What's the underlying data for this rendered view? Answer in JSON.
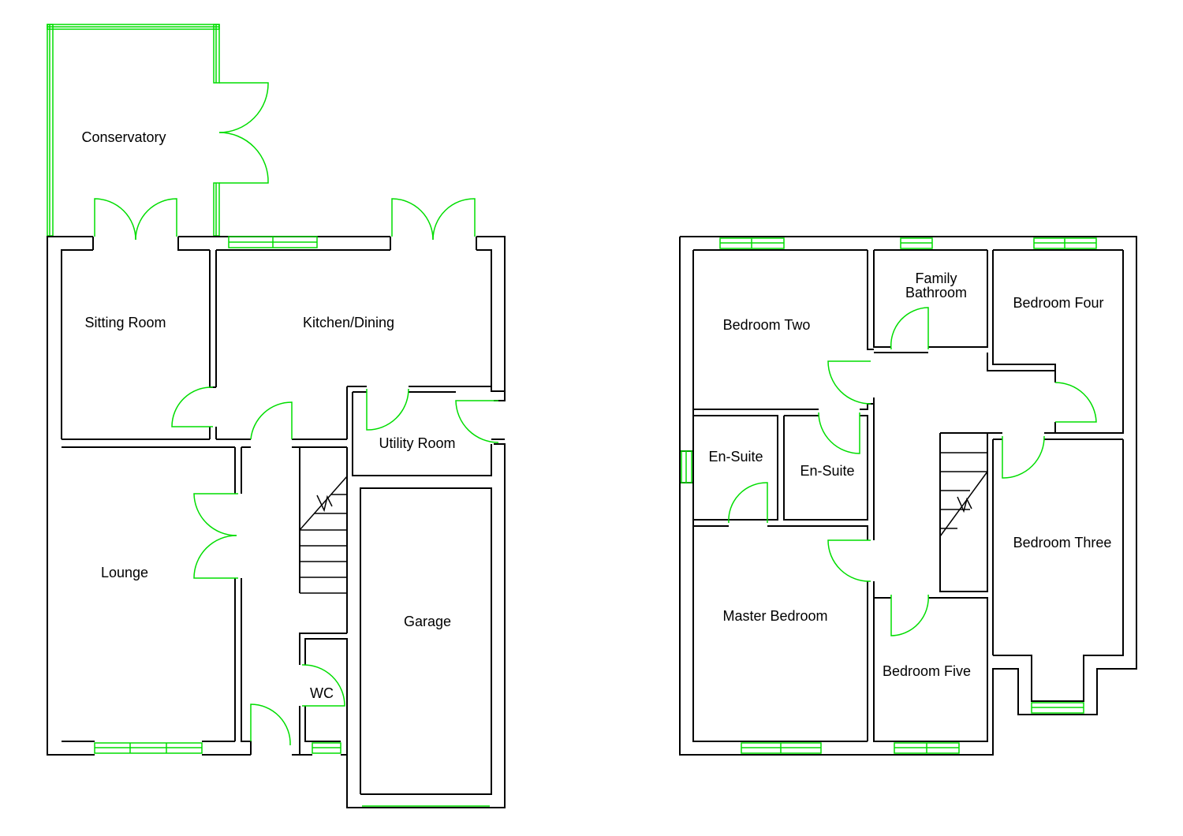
{
  "ground_floor": {
    "rooms": {
      "conservatory": "Conservatory",
      "sitting_room": "Sitting Room",
      "kitchen_dining": "Kitchen/Dining",
      "utility_room": "Utility Room",
      "lounge": "Lounge",
      "garage": "Garage",
      "wc": "WC"
    }
  },
  "first_floor": {
    "rooms": {
      "bedroom_two": "Bedroom Two",
      "family_bathroom_line1": "Family",
      "family_bathroom_line2": "Bathroom",
      "bedroom_four": "Bedroom Four",
      "en_suite_1": "En-Suite",
      "en_suite_2": "En-Suite",
      "bedroom_three": "Bedroom Three",
      "master_bedroom": "Master Bedroom",
      "bedroom_five": "Bedroom Five"
    }
  },
  "colors": {
    "walls": "#000000",
    "windows_doors": "#00dd00",
    "background": "#ffffff"
  }
}
